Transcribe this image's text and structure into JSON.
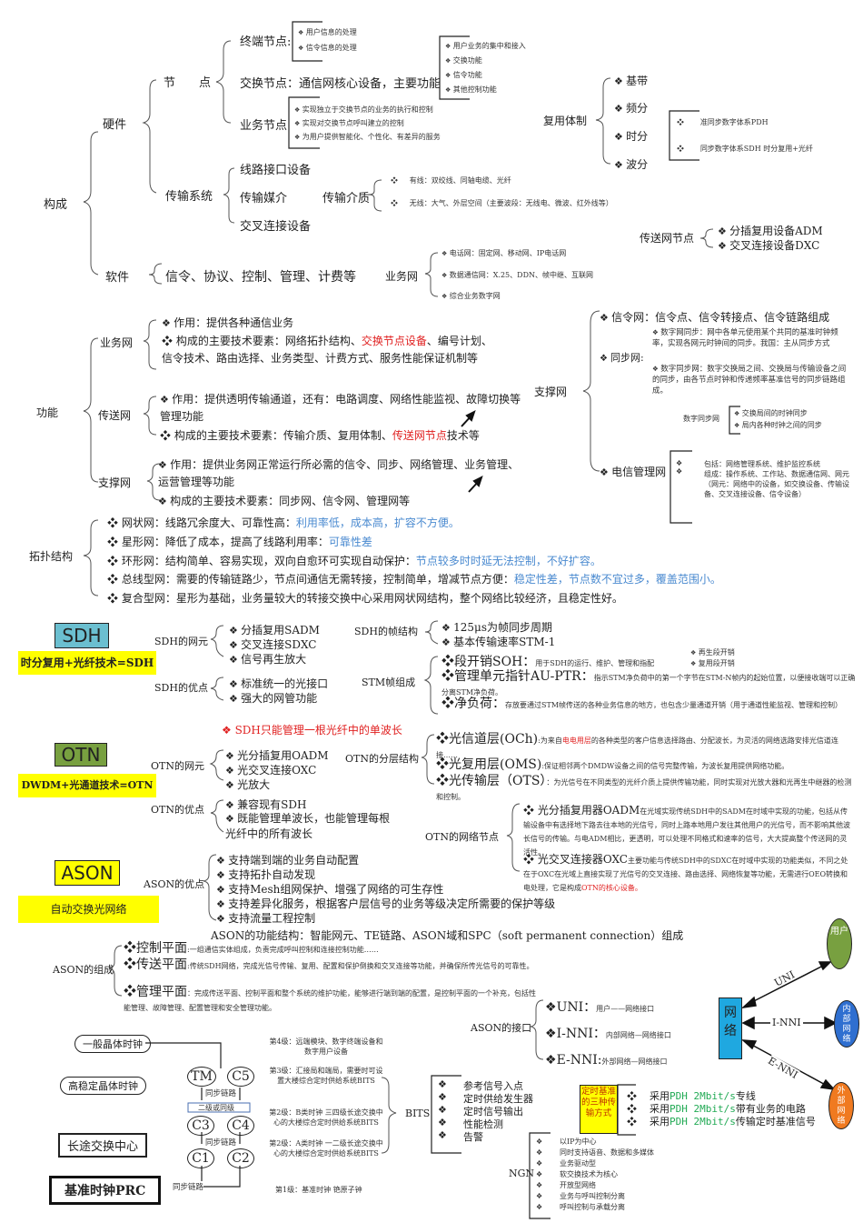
{
  "composition": {
    "title": "构成",
    "hardware": {
      "label": "硬件",
      "nodes": {
        "label": "节　　点",
        "terminal": {
          "label": "终端节点:",
          "items": [
            "用户信息的处理",
            "信令信息的处理"
          ]
        },
        "switching": {
          "label": "交换节点：通信网核心设备，主要功能",
          "items": [
            "用户业务的集中和接入",
            "交换功能",
            "信令功能",
            "其他控制功能"
          ]
        },
        "service": {
          "label": "业务节点",
          "items": [
            "实现独立于交换节点的业务的执行和控制",
            "实现对交换节点呼叫建立的控制",
            "为用户提供智能化、个性化、有差异的服务"
          ]
        }
      },
      "transmission": {
        "label": "传输系统",
        "items": [
          "线路接口设备",
          "传输媒介",
          "交叉连接设备"
        ],
        "medium": {
          "label": "传输介质",
          "items": [
            "有线：双绞线、同轴电缆、光纤",
            "无线：大气、外层空间（主要波段：无线电、微波、红外线等）"
          ]
        }
      }
    },
    "multiplex": {
      "label": "复用体制",
      "items": [
        "基带",
        "频分",
        "时分",
        "波分"
      ],
      "sub": [
        "准同步数字体系PDH",
        "同步数字体系SDH  时分复用+光纤"
      ]
    },
    "transport_node": {
      "label": "传送网节点",
      "items": [
        "分插复用设备ADM",
        "交叉连接设备DXC"
      ]
    },
    "software": {
      "label": "软件",
      "text": "信令、协议、控制、管理、计费等"
    },
    "service_net": {
      "label": "业务网",
      "items": [
        "电话网：固定网、移动网、IP电话网",
        "数据通信网：X.25、DDN、帧中继、互联网",
        "综合业务数字网"
      ]
    }
  },
  "function": {
    "title": "功能",
    "service": {
      "label": "业务网",
      "role": "作用：提供各种通信业务",
      "tech_pre": "构成的主要技术要素：网络拓扑结构、",
      "tech_red": "交换节点设备",
      "tech_post": "、编号计划、信令技术、路由选择、业务类型、计费方式、服务性能保证机制等"
    },
    "transport": {
      "label": "传送网",
      "role": "作用：提供透明传输通道，还有：电路调度、网络性能监视、故障切换等管理功能",
      "tech_pre": "构成的主要技术要素：传输介质、复用体制、",
      "tech_red": "传送网节点",
      "tech_post": "技术等"
    },
    "support": {
      "label": "支撑网",
      "role": "作用：提供业务网正常运行所必需的信令、同步、网络管理、业务管理、运营管理等功能",
      "tech": "构成的主要技术要素：同步网、信令网、管理网等"
    }
  },
  "support_net": {
    "label": "支撑网",
    "signaling": "信令网：信令点、信令转接点、信令链路组成",
    "sync": {
      "label": "同步网:",
      "items": [
        "数字网同步：网中各单元使用某个共同的基准时钟频率，实现各网元时钟间的同步。我国：主从同步方式",
        "数字同步网：数字交换局之间、交换局与传输设备之间的同步，由各节点时钟和传递频率基准信号的同步链路组成。"
      ],
      "digital_label": "数字同步网",
      "digital_items": [
        "交换局间的时钟同步",
        "局内各种时钟之间的同步"
      ]
    },
    "tmn": {
      "label": "电信管理网",
      "items": [
        "包括：网络管理系统、维护监控系统",
        "组成：操作系统、工作站、数据通信网、网元（网元：网络中的设备，如交换设备、传输设备、交叉连接设备、信令设备）"
      ]
    }
  },
  "topology": {
    "label": "拓扑结构",
    "items": [
      {
        "main": "网状网：线路冗余度大、可靠性高：",
        "note": "利用率低，成本高，扩容不方便。"
      },
      {
        "main": "星形网：降低了成本，提高了线路利用率：",
        "note": "可靠性差"
      },
      {
        "main": "环形网：结构简单、容易实现，双向自愈环可实现自动保护：",
        "note": "节点较多时时延无法控制，不好扩容。"
      },
      {
        "main": "总线型网：需要的传输链路少，节点间通信无需转接，控制简单，增减节点方便：",
        "note": "稳定性差，节点数不宜过多，覆盖范围小。"
      },
      {
        "main": "复合型网：星形为基础，业务量较大的转接交换中心采用网状网结构，整个网络比较经济，且稳定性好。",
        "note": ""
      }
    ]
  },
  "sdh": {
    "title": "SDH",
    "formula": "时分复用+光纤技术=SDH",
    "elements": {
      "label": "SDH的网元",
      "items": [
        "分插复用SADM",
        "交叉连接SDXC",
        "信号再生放大"
      ]
    },
    "advantages": {
      "label": "SDH的优点",
      "items": [
        "标准统一的光接口",
        "强大的网管功能"
      ]
    },
    "frame": {
      "label": "SDH的帧结构",
      "items": [
        "125μs为帧同步周期",
        "基本传输速率STM-1"
      ]
    },
    "stm": {
      "label": "STM帧组成",
      "items": [
        {
          "head": "段开销SOH：",
          "desc": "用于SDH的运行、维护、管理和指配"
        },
        {
          "head": "管理单元指针AU-PTR：",
          "desc": "指示STM净负荷中的第一个字节在STM-N帧内的起始位置，以便接收端可以正确分离STM净负荷。"
        },
        {
          "head": "净负荷：",
          "desc": "存放要通过STM帧传送的各种业务信息的地方，也包含少量通道开销（用于通道性能监视、管理和控制）"
        }
      ],
      "soh_sub": [
        "再生段开销",
        "复用段开销"
      ]
    },
    "note": "SDH只能管理一根光纤中的单波长"
  },
  "otn": {
    "title": "OTN",
    "formula": "DWDM+光通道技术=OTN",
    "elements": {
      "label": "OTN的网元",
      "items": [
        "光分插复用OADM",
        "光交叉连接OXC",
        "光放大"
      ]
    },
    "advantages": {
      "label": "OTN的优点",
      "items": [
        "兼容现有SDH",
        "既能管理单波长，也能管理每根光纤中的所有波长"
      ]
    },
    "layers": {
      "label": "OTN的分层结构",
      "items": [
        {
          "head": "光信道层(OCh)",
          "desc_pre": ":为来自",
          "desc_red": "电电用层",
          "desc_post": "的各种类型的客户信息选择路由、分配波长，为灵活的网络选路安排光信道连接……"
        },
        {
          "head": "光复用层(OMS)",
          "desc_pre": ":保证相邻两个DMDW设备之间的信号完整传输，为波长复用提供网络功能。",
          "desc_red": "",
          "desc_post": ""
        },
        {
          "head": "光传输层（OTS）",
          "desc_pre": "：为光信号在不同类型的光纤介质上提供传输功能，同时实现对光放大器和光再生中继器的检测和控制。",
          "desc_red": "",
          "desc_post": ""
        }
      ]
    },
    "nodes": {
      "label": "OTN的网络节点",
      "items": [
        {
          "head": "光分插复用器OADM",
          "desc": "在光域实现传统SDH中的SADM在时域中实现的功能，包括从传输设备中有选择地下路去往本地的光信号，同时上路本地用户发往其他用户的光信号，而不影响其他波长信号的传输。与电ADM相比，更透明，可以处理不同格式和速率的信号，大大提高整个传送网的灵活性。",
          "red": ""
        },
        {
          "head": "光交叉连接器OXC",
          "desc": "主要功能与传统SDH中的SDXC在时域中实现的功能类似，不同之处在于OXC在光域上直接实现了光信号的交叉连接、路由选择、网络恢复等功能，无需进行OEO转换和电处理，它是构成",
          "red": "OTN的核心设备。"
        }
      ]
    }
  },
  "ason": {
    "title": "ASON",
    "subtitle": "自动交换光网络",
    "advantages": {
      "label": "ASON的优点",
      "items": [
        "支持端到端的业务自动配置",
        "支持拓扑自动发现",
        "支持Mesh组网保护、增强了网络的可生存性",
        "支持差异化服务，根据客户层信号的业务等级决定所需要的保护等级",
        "支持流量工程控制"
      ]
    },
    "structure": "ASON的功能结构：智能网元、TE链路、ASON域和SPC（soft permanent connection）组成",
    "composition": {
      "label": "ASON的组成",
      "items": [
        {
          "head": "控制平面",
          "desc": ":一组通信实体组成，负责完成呼叫控制和连接控制功能……"
        },
        {
          "head": "传送平面",
          "desc": ":传统SDH网络，完成光信号传输、复用、配置和保护倒换和交叉连接等功能，并确保所传光信号的可靠性。"
        },
        {
          "head": "管理平面",
          "desc": "：完成传送平面、控制平面和整个系统的维护功能，能够进行端到端的配置，是控制平面的一个补充，包括性能管理、故障管理、配置管理和安全管理功能。"
        }
      ]
    },
    "interfaces": {
      "label": "ASON的接口",
      "items": [
        {
          "head": "UNI：",
          "desc": "用户——网络接口"
        },
        {
          "head": "I-NNI：",
          "desc": "内部网络—网络接口"
        },
        {
          "head": "E-NNI:",
          "desc": "外部网络—网络接口"
        }
      ]
    },
    "diagram": {
      "center": "网络",
      "user": "用户",
      "internal": "内部网络",
      "external": "外部网络",
      "uni": "UNI",
      "inni": "I-NNI",
      "enni": "E-NNI",
      "colors": {
        "center": "#1fa8e0",
        "user": "#78a040",
        "internal": "#2f6fd0",
        "external": "#f07a20"
      }
    }
  },
  "clock": {
    "labels": [
      "一般晶体时钟",
      "高稳定晶体时钟",
      "长途交换中心",
      "基准时钟PRC"
    ],
    "nodes": [
      "TM",
      "C5",
      "C3",
      "C4",
      "C1",
      "C2"
    ],
    "link": "同步链路",
    "level_box": "二级或同级",
    "levels": [
      "第4级：远端模块、数字终端设备和数字用户设备",
      "第3级：汇接局和端局，需要时可设置大楼综合定时供给系统BITS",
      "第2级：B类时钟 三四级长途交换中心的大楼综合定时供给系统BITS",
      "第2级：A类时钟 一二级长途交换中心的大楼综合定时供给系统BITS",
      "第1级：基准时钟 铯原子钟"
    ],
    "bits": {
      "label": "BITS",
      "items": [
        "参考信号入点",
        "定时供给发生器",
        "定时信号输出",
        "性能检测",
        "告警"
      ]
    }
  },
  "timing": {
    "label": "定时基准的三种传输方式",
    "items": [
      {
        "pre": "采用",
        "green": "PDH 2Mbit/s",
        "post": "专线"
      },
      {
        "pre": "采用",
        "green": "PDH 2Mbit/s",
        "post": "带有业务的电路"
      },
      {
        "pre": "采用",
        "green": "PDH 2Mbit/s",
        "post": "传输定时基准信号"
      }
    ]
  },
  "ngn": {
    "label": "NGN",
    "items": [
      "以IP为中心",
      "同时支持语音、数据和多媒体",
      "业务驱动型",
      "软交换技术为核心",
      "开放型网络",
      "业务与呼叫控制分离",
      "呼叫控制与承载分离"
    ]
  }
}
